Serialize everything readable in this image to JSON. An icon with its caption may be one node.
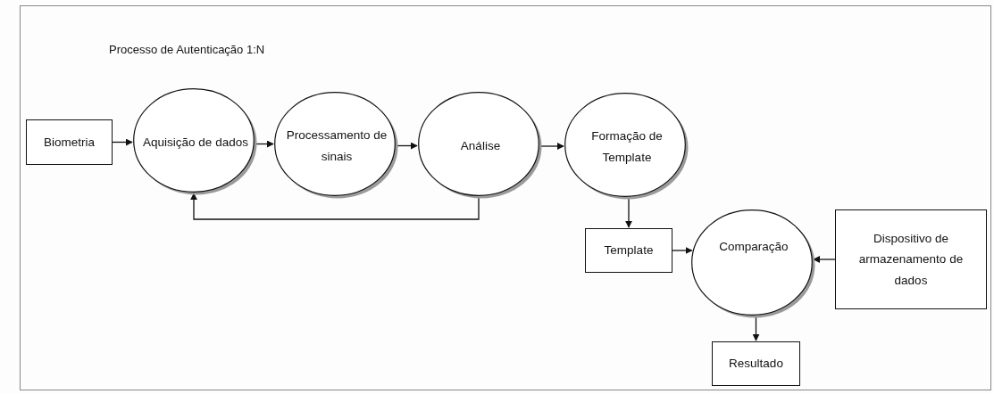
{
  "diagram": {
    "title": "Processo de Autenticação 1:N",
    "nodes": [
      {
        "text": [
          "Biometria"
        ]
      },
      {
        "text": [
          "Aquisição de dados"
        ]
      },
      {
        "text": [
          "Processamento de sinais"
        ]
      },
      {
        "text": [
          "Análise"
        ]
      },
      {
        "text": [
          "Formação de Template"
        ]
      },
      {
        "text": [
          "Template"
        ]
      },
      {
        "text": [
          "Comparação"
        ]
      },
      {
        "text": [
          "Dispositivo de armazenamento de dados"
        ]
      },
      {
        "text": [
          "Resultado"
        ]
      }
    ],
    "edges": [
      {
        "from": 0,
        "to": 1,
        "arrow": "to"
      },
      {
        "from": 1,
        "to": 2,
        "arrow": "to"
      },
      {
        "from": 2,
        "to": 3,
        "arrow": "to"
      },
      {
        "from": 3,
        "to": 4,
        "arrow": "to"
      },
      {
        "from": 4,
        "to": 5,
        "arrow": "to"
      },
      {
        "from": 5,
        "to": 6,
        "arrow": "to"
      },
      {
        "from": 7,
        "to": 6,
        "arrow": "to"
      },
      {
        "from": 6,
        "to": 8,
        "arrow": "to"
      },
      {
        "from": 3,
        "to": 1,
        "arrow": "to"
      }
    ]
  }
}
